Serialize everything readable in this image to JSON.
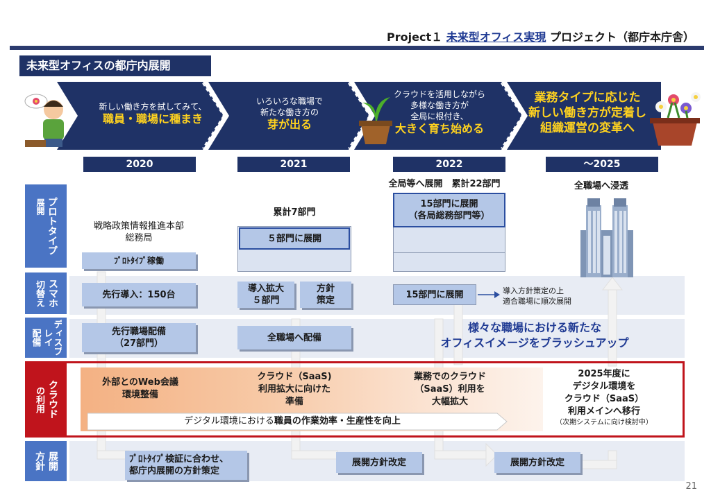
{
  "header": {
    "prefix": "Project１",
    "highlight": "未来型オフィス実現",
    "suffix": "プロジェクト（都庁本庁舎）"
  },
  "section_title": "未来型オフィスの都庁内展開",
  "banner": {
    "stage1": {
      "line1": "新しい働き方を試してみて、",
      "em": "職員・職場に種まき"
    },
    "stage2": {
      "line1": "いろいろな職場で",
      "line2": "新たな働き方の",
      "em": "芽が出る"
    },
    "stage3": {
      "line1": "クラウドを活用しながら",
      "line2": "多様な働き方が",
      "line3": "全局に根付き、",
      "em": "大きく育ち始める"
    },
    "stage4": {
      "line1": "業務タイプに応じた",
      "line2": "新しい働き方が定着し",
      "line3": "組織運営の変革へ"
    }
  },
  "years": [
    "2020",
    "2021",
    "2022",
    "～2025"
  ],
  "row_labels": {
    "prototype_main": "プロトタイプ",
    "prototype_sub": "展開",
    "phone_main": "スマホ",
    "phone_sub": "切替え",
    "display_main": "ディスプレイ",
    "display_sub": "配備",
    "cloud_main": "クラウド",
    "cloud_sub": "の利用",
    "policy_main": "展開",
    "policy_sub": "方針"
  },
  "prototype": {
    "y2020_org1": "戦略政策情報推進本部",
    "y2020_org2": "総務局",
    "y2020_box": "ﾌﾟﾛﾄﾀｲﾌﾟ稼働",
    "y2021_cum": "累計7部門",
    "y2021_box": "５部門に展開",
    "y2022_cum": "全局等へ展開　累計22部門",
    "y2022_box1": "15部門に展開",
    "y2022_box2": "（各局総務部門等）",
    "y2025_label": "全職場へ浸透"
  },
  "phone": {
    "y2020": "先行導入：150台",
    "y2021_a1": "導入拡大",
    "y2021_a2": "５部門",
    "y2021_b1": "方針",
    "y2021_b2": "策定",
    "y2022": "15部門に展開",
    "note1": "導入方針策定の上",
    "note2": "適合職場に順次展開"
  },
  "display": {
    "y2020_1": "先行職場配備",
    "y2020_2": "（27部門）",
    "y2021": "全職場へ配備",
    "message1": "様々な職場における新たな",
    "message2": "オフィスイメージをブラッシュアップ"
  },
  "cloud": {
    "y2020_1": "外部とのWeb会議",
    "y2020_2": "環境整備",
    "y2021_1": "クラウド（SaaS)",
    "y2021_2": "利用拡大に向けた",
    "y2021_3": "準備",
    "y2022_1": "業務でのクラウド",
    "y2022_2": "（SaaS）利用を",
    "y2022_3": "大幅拡大",
    "y2025_1": "2025年度に",
    "y2025_2": "デジタル環境を",
    "y2025_3": "クラウド（SaaS）",
    "y2025_4": "利用メインへ移行",
    "y2025_note": "（次期システムに向け検討中）",
    "arrow_pre": "デジタル環境における",
    "arrow_bold": "職員の作業効率・生産性を向上"
  },
  "policy": {
    "y2020_1": "ﾌﾟﾛﾄﾀｲﾌﾟ検証に合わせ、",
    "y2020_2": "都庁内展開の方針策定",
    "y2022": "展開方針改定",
    "y2025": "展開方針改定"
  },
  "page_number": "21",
  "colors": {
    "navy": "#1f3266",
    "accent_blue": "#1f3a93",
    "red": "#c0141c",
    "box_blue": "#b4c7e7",
    "yellow": "#ffd21f"
  }
}
